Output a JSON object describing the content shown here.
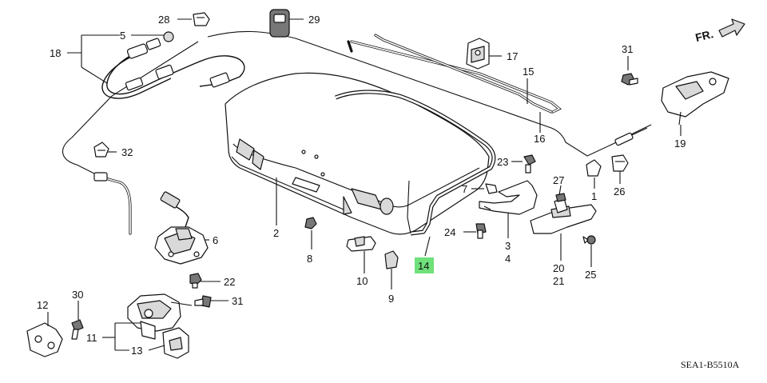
{
  "diagram_code": "SEA1-B5510A",
  "direction_label": "FR.",
  "callouts": [
    {
      "id": "1",
      "label": "1"
    },
    {
      "id": "2",
      "label": "2"
    },
    {
      "id": "3",
      "label": "3"
    },
    {
      "id": "4",
      "label": "4"
    },
    {
      "id": "5",
      "label": "5"
    },
    {
      "id": "6",
      "label": "6"
    },
    {
      "id": "7",
      "label": "7"
    },
    {
      "id": "8",
      "label": "8"
    },
    {
      "id": "9",
      "label": "9"
    },
    {
      "id": "10",
      "label": "10"
    },
    {
      "id": "11",
      "label": "11"
    },
    {
      "id": "12",
      "label": "12"
    },
    {
      "id": "13",
      "label": "13"
    },
    {
      "id": "14",
      "label": "14",
      "highlighted": true
    },
    {
      "id": "15",
      "label": "15"
    },
    {
      "id": "16",
      "label": "16"
    },
    {
      "id": "17",
      "label": "17"
    },
    {
      "id": "18",
      "label": "18"
    },
    {
      "id": "19",
      "label": "19"
    },
    {
      "id": "20",
      "label": "20"
    },
    {
      "id": "21",
      "label": "21"
    },
    {
      "id": "22",
      "label": "22"
    },
    {
      "id": "23",
      "label": "23"
    },
    {
      "id": "24",
      "label": "24"
    },
    {
      "id": "25",
      "label": "25"
    },
    {
      "id": "26",
      "label": "26"
    },
    {
      "id": "27",
      "label": "27"
    },
    {
      "id": "28",
      "label": "28"
    },
    {
      "id": "29",
      "label": "29"
    },
    {
      "id": "30",
      "label": "30"
    },
    {
      "id": "31a",
      "label": "31"
    },
    {
      "id": "31b",
      "label": "31"
    },
    {
      "id": "32",
      "label": "32"
    }
  ],
  "colors": {
    "highlight": "#6fe07a",
    "line": "#111111"
  }
}
